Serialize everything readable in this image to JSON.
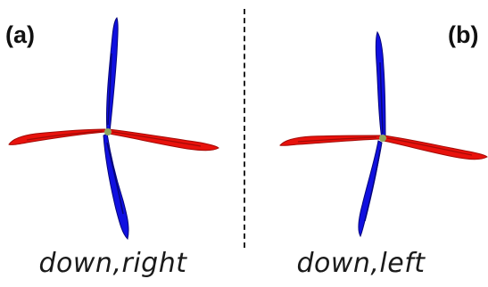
{
  "colors": {
    "horizontal_arm": "#e8120c",
    "horizontal_arm_dark": "#a30a06",
    "vertical_arm": "#1010e0",
    "vertical_arm_dark": "#06067a",
    "center": "#8fa860",
    "divider": "#222222"
  },
  "panels": [
    {
      "label": "(a)",
      "caption": "down,right"
    },
    {
      "label": "(b)",
      "caption": "down,left"
    }
  ]
}
